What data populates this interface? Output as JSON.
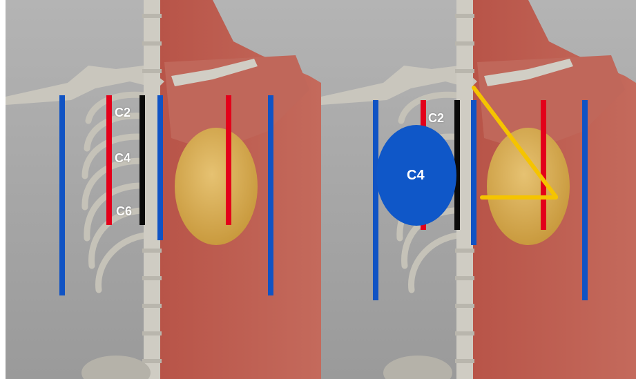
{
  "left_panel": {
    "labels": {
      "c2": "C2",
      "c4": "C4",
      "c6": "C6"
    }
  },
  "right_panel": {
    "labels": {
      "c2": "C2",
      "c4_oval": "C4"
    }
  },
  "colors": {
    "background": "#a9a9a9",
    "bone": "#c9c6bd",
    "muscle": "#b85a4e",
    "breast_implant": "#d9b15a",
    "marker_blue": "#1053c4",
    "marker_red": "#e3001a",
    "marker_black": "#0a0a0a",
    "marker_yellow": "#f5c400"
  }
}
